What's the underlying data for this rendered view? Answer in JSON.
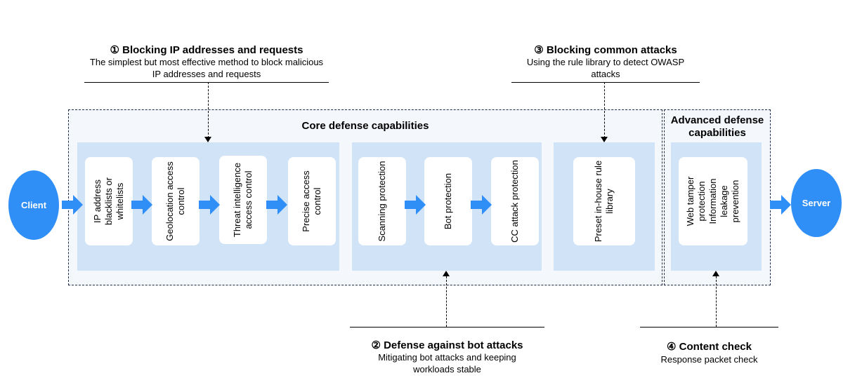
{
  "callouts": {
    "c1": {
      "title": "① Blocking IP addresses and requests",
      "desc": "The simplest but most effective method to block malicious IP addresses and requests"
    },
    "c2": {
      "title": "② Defense against bot attacks",
      "desc": "Mitigating bot attacks and keeping workloads stable"
    },
    "c3": {
      "title": "③ Blocking common attacks",
      "desc": "Using the rule library to detect OWASP attacks"
    },
    "c4": {
      "title": "④ Content check",
      "desc": "Response packet check"
    }
  },
  "core": {
    "title": "Core defense capabilities",
    "cards": [
      "IP address blacklists or whitelists",
      "Geolocation access control",
      "Threat intelligence access control",
      "Precise access control",
      "Scanning protection",
      "Bot protection",
      "CC attack protection",
      "Preset in-house rule library"
    ]
  },
  "advanced": {
    "title": "Advanced defense capabilities",
    "card": "Web tamper protection Information leakage prevention"
  },
  "endpoints": {
    "client": "Client",
    "server": "Server"
  },
  "colors": {
    "arrow": "#2f8ff7",
    "group_fill": "#d1e3f6",
    "outer_fill": "#f4f7fc",
    "endpoint": "#2f8ff7"
  }
}
